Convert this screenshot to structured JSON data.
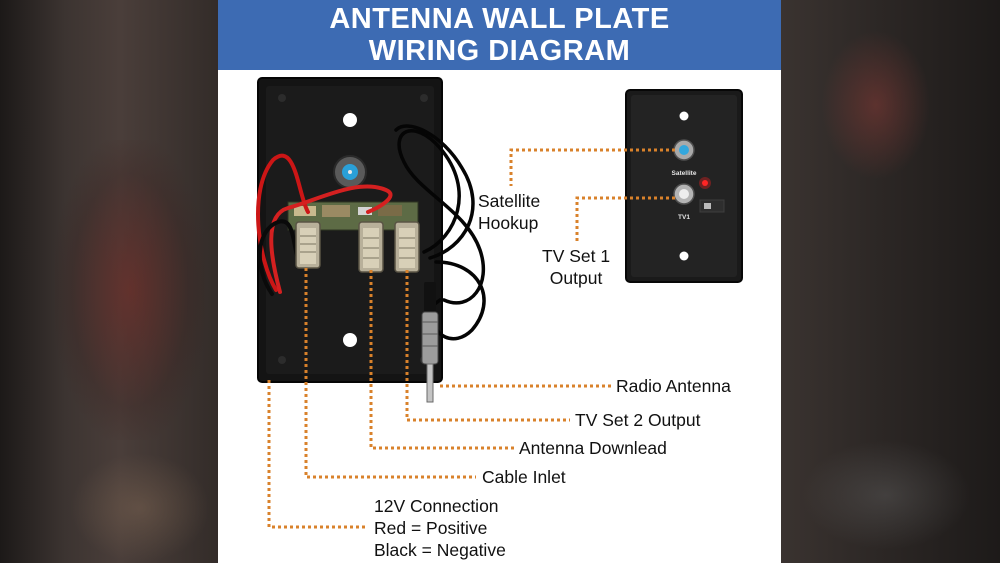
{
  "title": {
    "line1": "ANTENNA WALL PLATE",
    "line2": "WIRING DIAGRAM"
  },
  "left_callouts": [
    {
      "text": "Radio Antenna"
    },
    {
      "text": "TV Set 2 Output"
    },
    {
      "text": "Antenna Downlead"
    },
    {
      "text": "Cable Inlet"
    },
    {
      "lines": [
        "12V Connection",
        "Red = Positive",
        "Black = Negative"
      ]
    }
  ],
  "right_callouts": [
    {
      "lines": [
        "Satellite",
        "Hookup"
      ]
    },
    {
      "lines": [
        "TV Set 1",
        "Output"
      ]
    }
  ],
  "faceplate_text": {
    "satellite": "Satellite",
    "tv1": "TV1"
  },
  "colors": {
    "banner": "#3d6bb3",
    "leader_line": "#d9822b",
    "plate": "#141414",
    "indicator_led": "#ff2020"
  }
}
